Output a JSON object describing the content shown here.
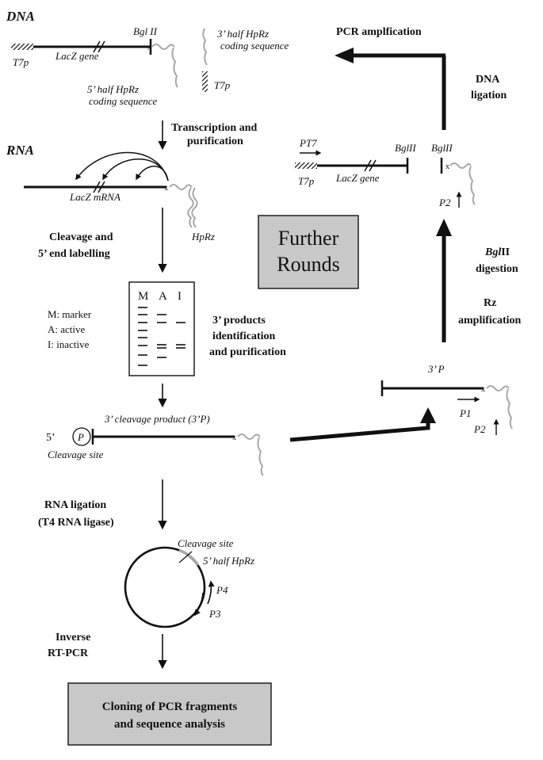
{
  "labels": {
    "dna": "DNA",
    "rna": "RNA",
    "t7p_left": "T7p",
    "lacz_gene_left": "LacZ gene",
    "bglii_left": "Bgl II",
    "three_half_line1": "3’ half HpRz",
    "three_half_line2": "coding sequence",
    "t7p_right": "T7p",
    "five_half_line1": "5’ half HpRz",
    "five_half_line2": "coding sequence",
    "transcription_line1": "Transcription and",
    "transcription_line2": "purification",
    "lacz_mrna": "LacZ mRNA",
    "hprz": "HpRz",
    "cleavage_labelling_line1": "Cleavage and",
    "cleavage_labelling_line2": "5’ end labelling",
    "gel_m": "M",
    "gel_a": "A",
    "gel_i": "I",
    "legend_m": "M: marker",
    "legend_a": "A: active",
    "legend_i": "I: inactive",
    "products_line1": "3’ products",
    "products_line2": "identification",
    "products_line3": "and purification",
    "cleavage_product": "3’ cleavage product (3’P)",
    "five_prime": "5’",
    "p_circle": "P",
    "cleavage_site_left": "Cleavage site",
    "rna_ligation_line1": "RNA ligation",
    "rna_ligation_line2": "(T4 RNA ligase)",
    "cleavage_site_circle": "Cleavage site",
    "five_half_circle": "5’ half HpRz",
    "p4": "P4",
    "p3": "P3",
    "inverse_line1": "Inverse",
    "inverse_line2": "RT-PCR",
    "cloning_line1": "Cloning of PCR fragments",
    "cloning_line2": "and sequence analysis",
    "further_line1": "Further",
    "further_line2": "Rounds",
    "pcr_amplification": "PCR amplfication",
    "dna_ligation_line1": "DNA",
    "dna_ligation_line2": "ligation",
    "pt7": "PT7",
    "bglii_r1": "BglII",
    "bglii_r2": "BglII",
    "t7p_r": "T7p",
    "lacz_gene_r": "LacZ gene",
    "p2_top": "P2",
    "bglii_digestion_line2": "digestion",
    "rz_line1": "Rz",
    "rz_line2": "amplification",
    "three_p": "3’ P",
    "p1": "P1",
    "p2_bottom": "P2"
  },
  "bglii_digestion_line1": {
    "italic": "Bgl",
    "plain": "II"
  },
  "colors": {
    "ink": "#111111",
    "box_fill": "#c8c8c8",
    "hairpin": "#a8a8a8"
  }
}
